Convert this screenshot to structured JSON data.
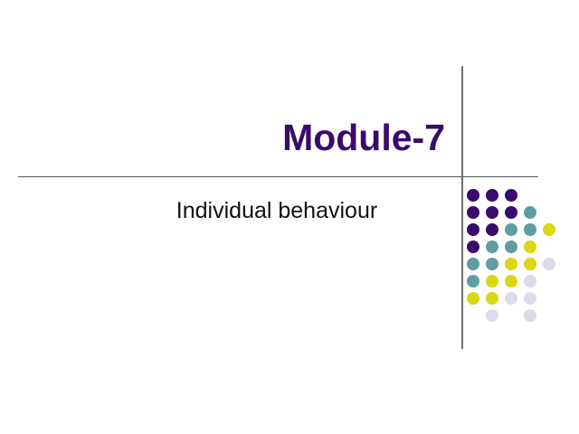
{
  "slide": {
    "title": "Module-7",
    "subtitle": "Individual behaviour",
    "title_color": "#3A0B6B",
    "subtitle_color": "#111111",
    "background_color": "#ffffff",
    "rule_color": "#555555",
    "vertical_rule_color": "#6e6e6e"
  },
  "decoration": {
    "name": "dot-grid",
    "columns": 5,
    "rows": 8,
    "dot_diameter": 14,
    "column_spacing": 21,
    "row_spacing": 19,
    "palette": {
      "purple": "#3A0B6B",
      "teal": "#5F9EA0",
      "yellow": "#D8D814",
      "lavender": "#DCDCE8"
    },
    "grid": [
      [
        "purple",
        "purple",
        "purple",
        null,
        null
      ],
      [
        "purple",
        "purple",
        "purple",
        "teal",
        null
      ],
      [
        "purple",
        "purple",
        "teal",
        "teal",
        "yellow"
      ],
      [
        "purple",
        "teal",
        "teal",
        "yellow",
        null
      ],
      [
        "teal",
        "teal",
        "yellow",
        "yellow",
        "lavender"
      ],
      [
        "teal",
        "yellow",
        "yellow",
        "lavender",
        null
      ],
      [
        "yellow",
        "yellow",
        "lavender",
        "lavender",
        null
      ],
      [
        null,
        "lavender",
        null,
        "lavender",
        null
      ]
    ]
  }
}
